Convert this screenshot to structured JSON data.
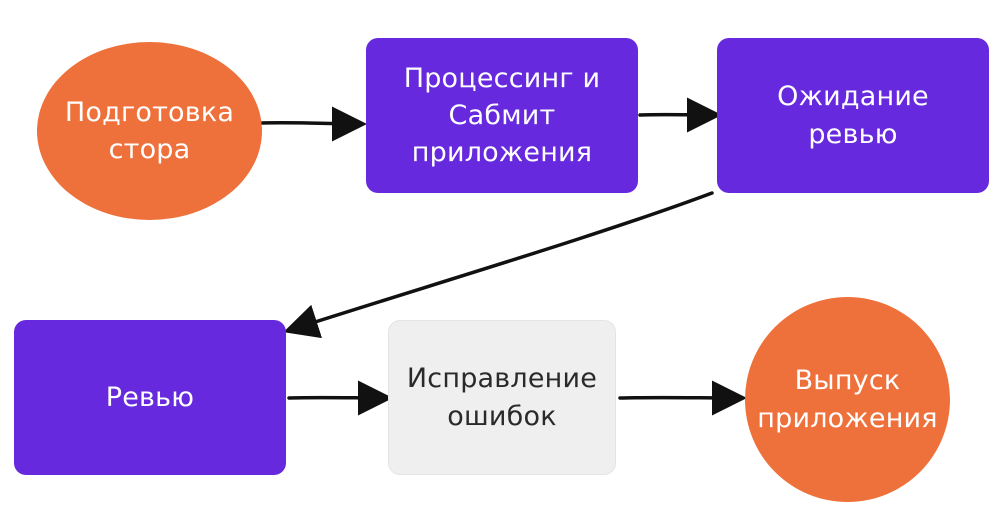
{
  "colors": {
    "orange": "#ee713c",
    "purple": "#6629dd",
    "gray": "#efefef",
    "dark_text": "#2a2a2a",
    "arrow": "#111111"
  },
  "nodes": {
    "prepare_store": {
      "label": "Подготовка\nстора"
    },
    "processing_submit": {
      "label": "Процессинг и\nСабмит\nприложения"
    },
    "waiting_review": {
      "label": "Ожидание\nревью"
    },
    "review": {
      "label": "Ревью"
    },
    "fix_errors": {
      "label": "Исправление\nошибок"
    },
    "release_app": {
      "label": "Выпуск\nприложения"
    }
  }
}
